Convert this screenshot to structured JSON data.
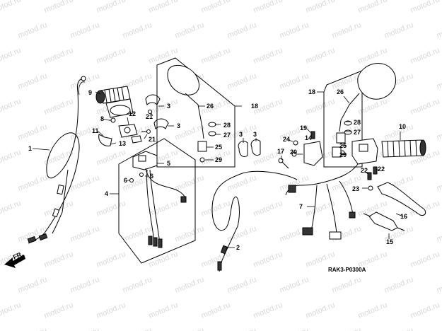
{
  "watermark_text": "motod.ru",
  "diagram_code": "RAK3-P0300A",
  "direction_label": "FR.",
  "callouts": [
    "1",
    "2",
    "3",
    "3",
    "3",
    "3",
    "4",
    "5",
    "6",
    "6",
    "7",
    "8",
    "9",
    "10",
    "11",
    "12",
    "13",
    "14",
    "15",
    "16",
    "17",
    "18",
    "18",
    "19",
    "20",
    "21",
    "21",
    "22",
    "22",
    "23",
    "24",
    "25",
    "25",
    "26",
    "26",
    "27",
    "27",
    "28",
    "28",
    "29",
    "29"
  ]
}
